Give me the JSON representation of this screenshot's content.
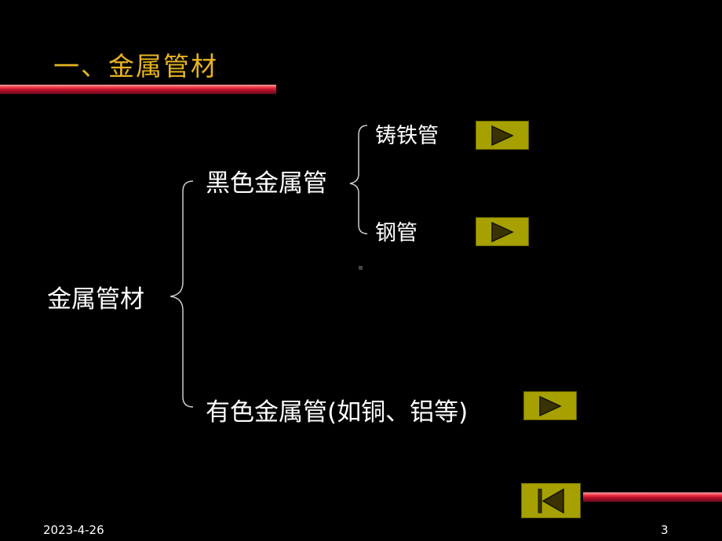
{
  "slide": {
    "title": "一、金属管材",
    "root_label": "金属管材",
    "ferrous_label": "黑色金属管",
    "cast_iron_label": "铸铁管",
    "steel_label": "钢管",
    "nonferrous_label": "有色金属管(如铜、铝等)"
  },
  "footer": {
    "date": "2023-4-26",
    "page_number": "3"
  },
  "icons": {
    "play": "play-icon",
    "first": "skip-to-first-icon"
  },
  "colors": {
    "background": "#000000",
    "title": "#e6b421",
    "button": "#a6a000",
    "accent_bar": "#e8283a"
  }
}
